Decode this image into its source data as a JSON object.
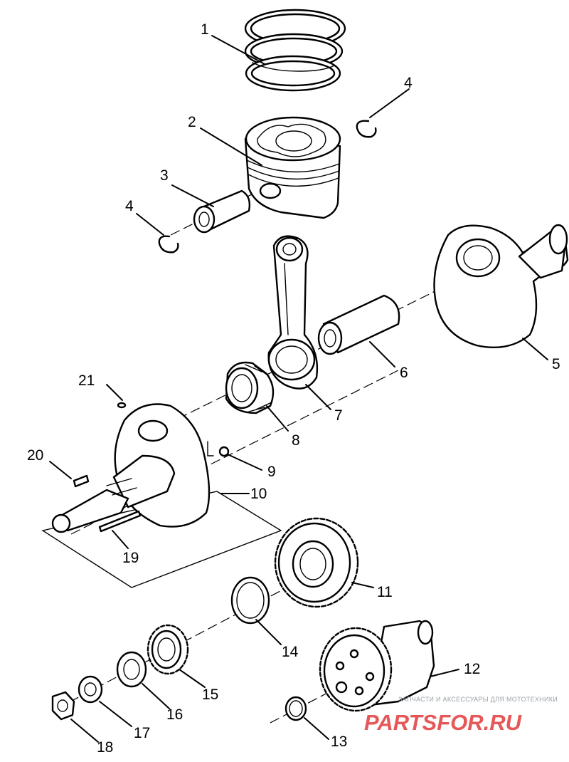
{
  "callouts": {
    "c1": "1",
    "c2": "2",
    "c3": "3",
    "c4a": "4",
    "c4b": "4",
    "c5": "5",
    "c6": "6",
    "c7": "7",
    "c8": "8",
    "c9": "9",
    "c10": "10",
    "c11": "11",
    "c12": "12",
    "c13": "13",
    "c14": "14",
    "c15": "15",
    "c16": "16",
    "c17": "17",
    "c18": "18",
    "c19": "19",
    "c20": "20",
    "c21": "21"
  },
  "watermark": {
    "caption": "ЗАПЧАСТИ И АКСЕССУАРЫ ДЛЯ МОТОТЕХНИКИ",
    "logo": "PARTSFOR.RU",
    "logo_color": "#e23b3b"
  }
}
